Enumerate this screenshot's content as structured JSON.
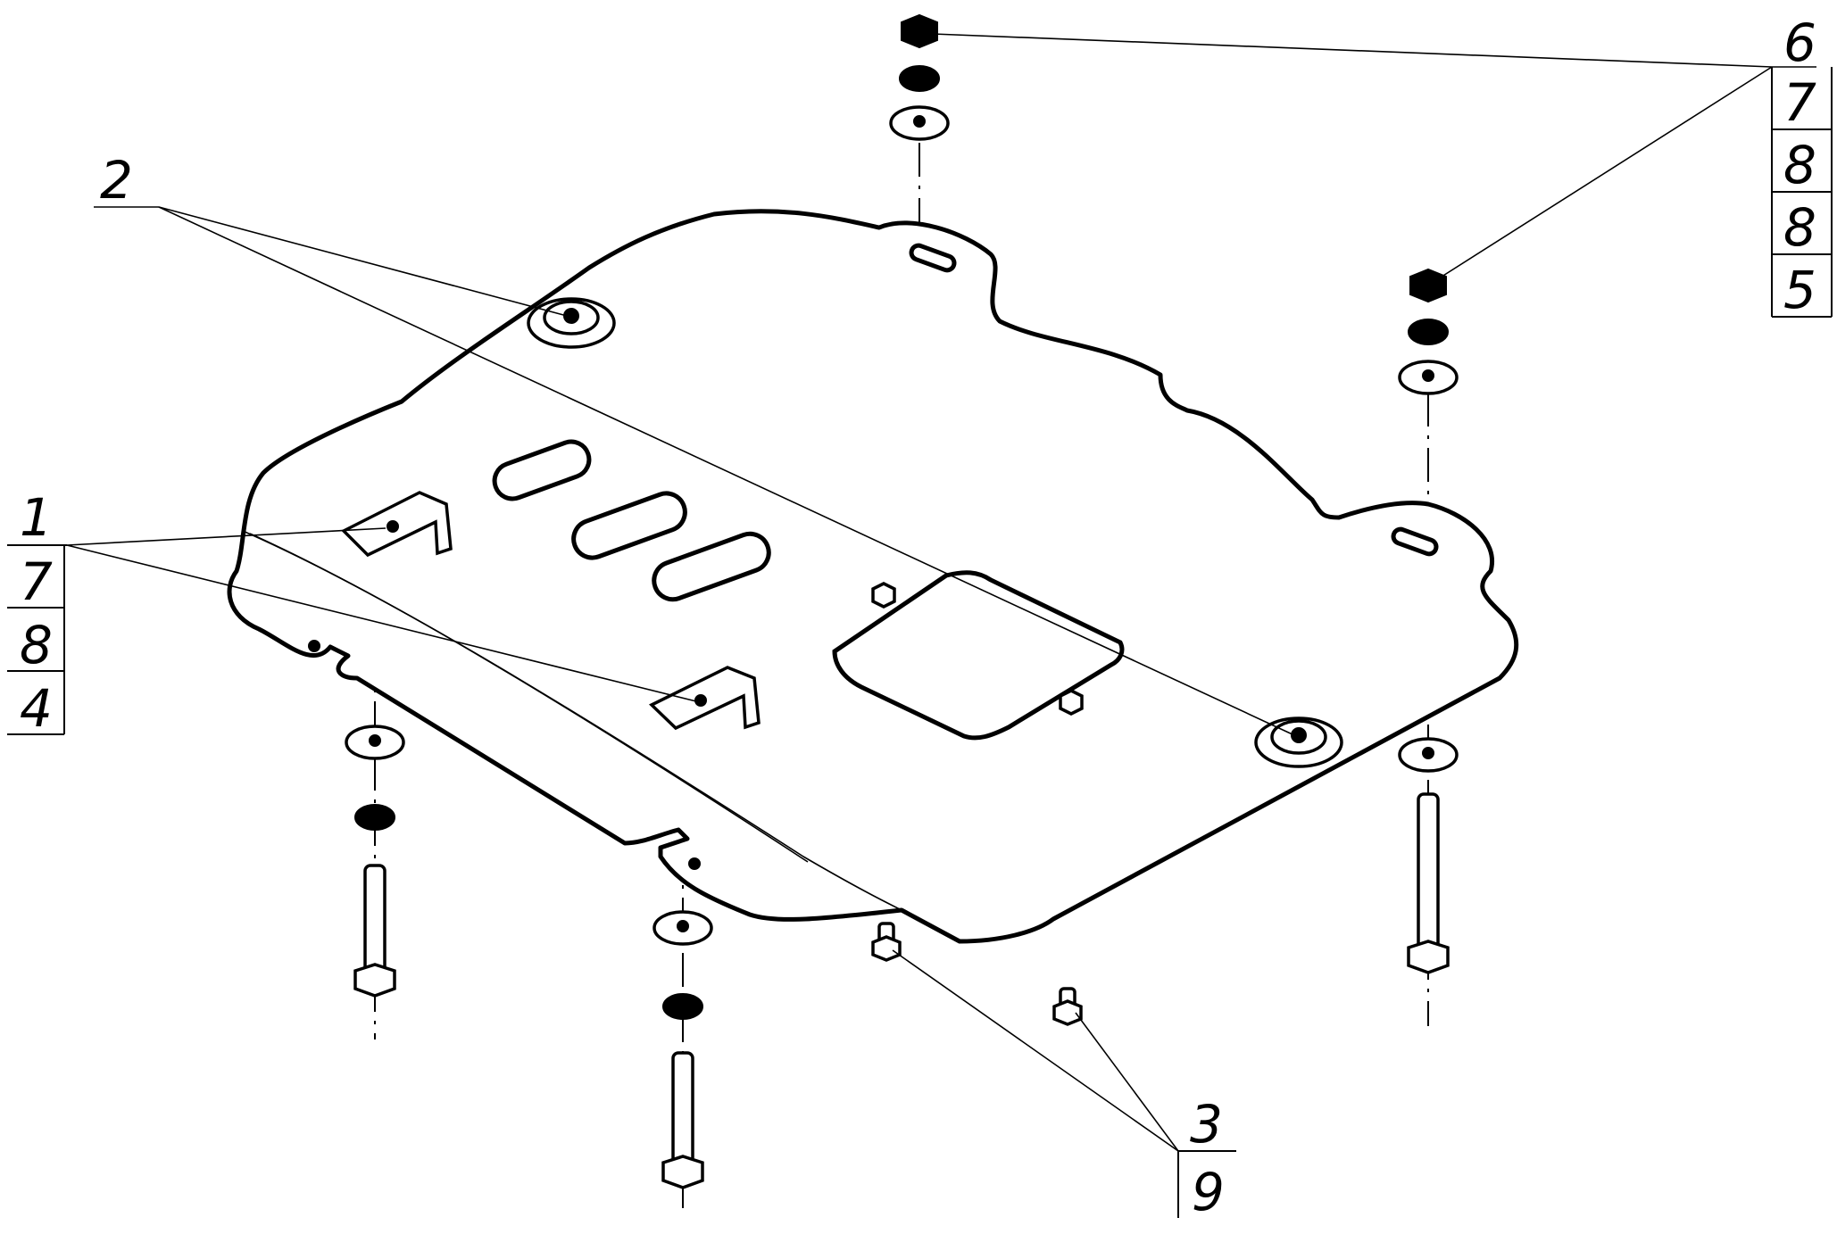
{
  "callouts": {
    "c1": "1",
    "c2": "2",
    "c3": "3",
    "c6": "6",
    "table_left": [
      "7",
      "8",
      "4"
    ],
    "table_right": [
      "7",
      "8",
      "8",
      "5"
    ],
    "table_bottom": [
      "9"
    ]
  }
}
